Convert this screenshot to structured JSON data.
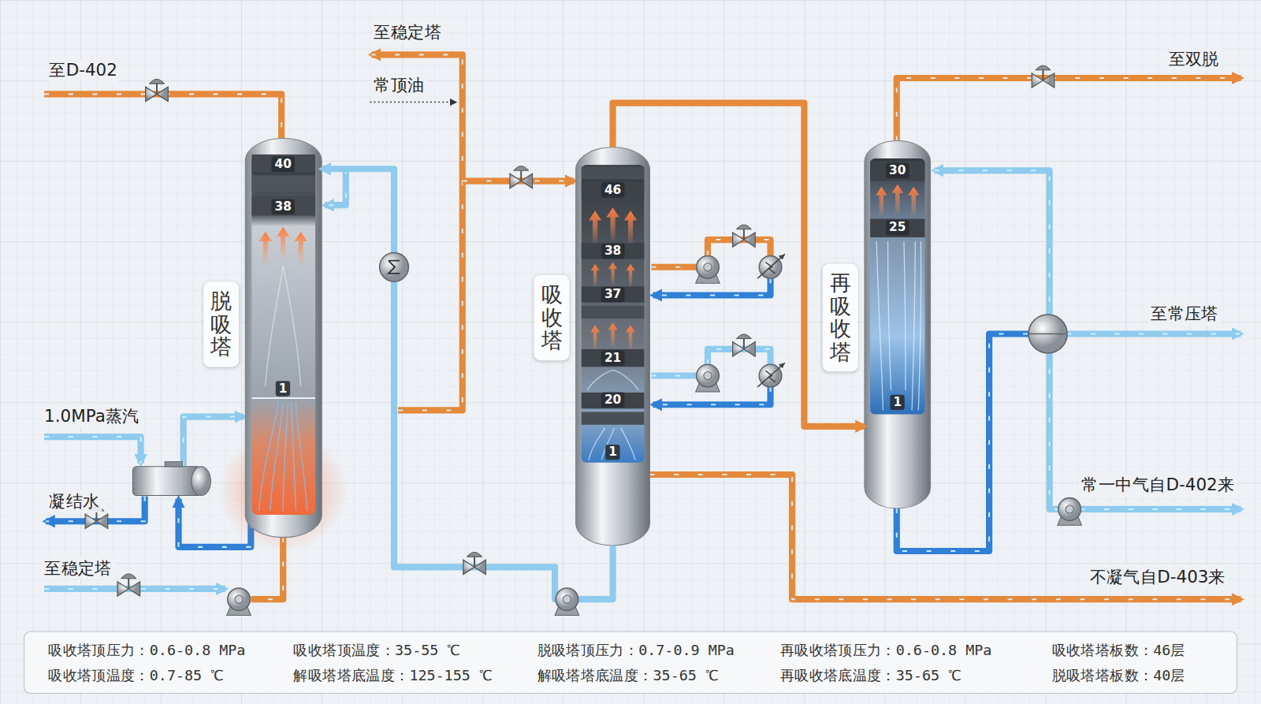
{
  "diagram": {
    "nodes": [
      {
        "text": [
          "脱吸塔"
        ]
      },
      {
        "text": [
          "吸收塔"
        ]
      },
      {
        "text": [
          "再吸收塔"
        ]
      }
    ],
    "edges": [
      {
        "from": 1,
        "to": 2,
        "arrow": "to"
      },
      {
        "from": 1,
        "to": 0,
        "arrow": "to"
      }
    ],
    "labels": [
      "至D-402",
      "至稳定塔",
      "常顶油",
      "至双脱",
      "至常压塔",
      "常一中气自D-402来",
      "1.0MPa蒸汽",
      "凝结水",
      "至稳定塔",
      "不凝气自D-403来",
      "40",
      "38",
      "1",
      "46",
      "38",
      "37",
      "21",
      "20",
      "1",
      "30",
      "25",
      "1",
      "吸收塔顶压力：0.6-0.8 MPa",
      "吸收塔顶温度：35-55 ℃",
      "脱吸塔顶压力：0.7-0.9 MPa",
      "再吸收塔顶压力：0.6-0.8 MPa",
      "吸收塔塔板数：46层",
      "吸收塔顶温度：0.7-85 ℃",
      "解吸塔塔底温度：125-155 ℃",
      "解吸塔塔底温度：35-65 ℃",
      "再吸收塔底温度：35-65 ℃",
      "脱吸塔塔板数：40层"
    ]
  }
}
